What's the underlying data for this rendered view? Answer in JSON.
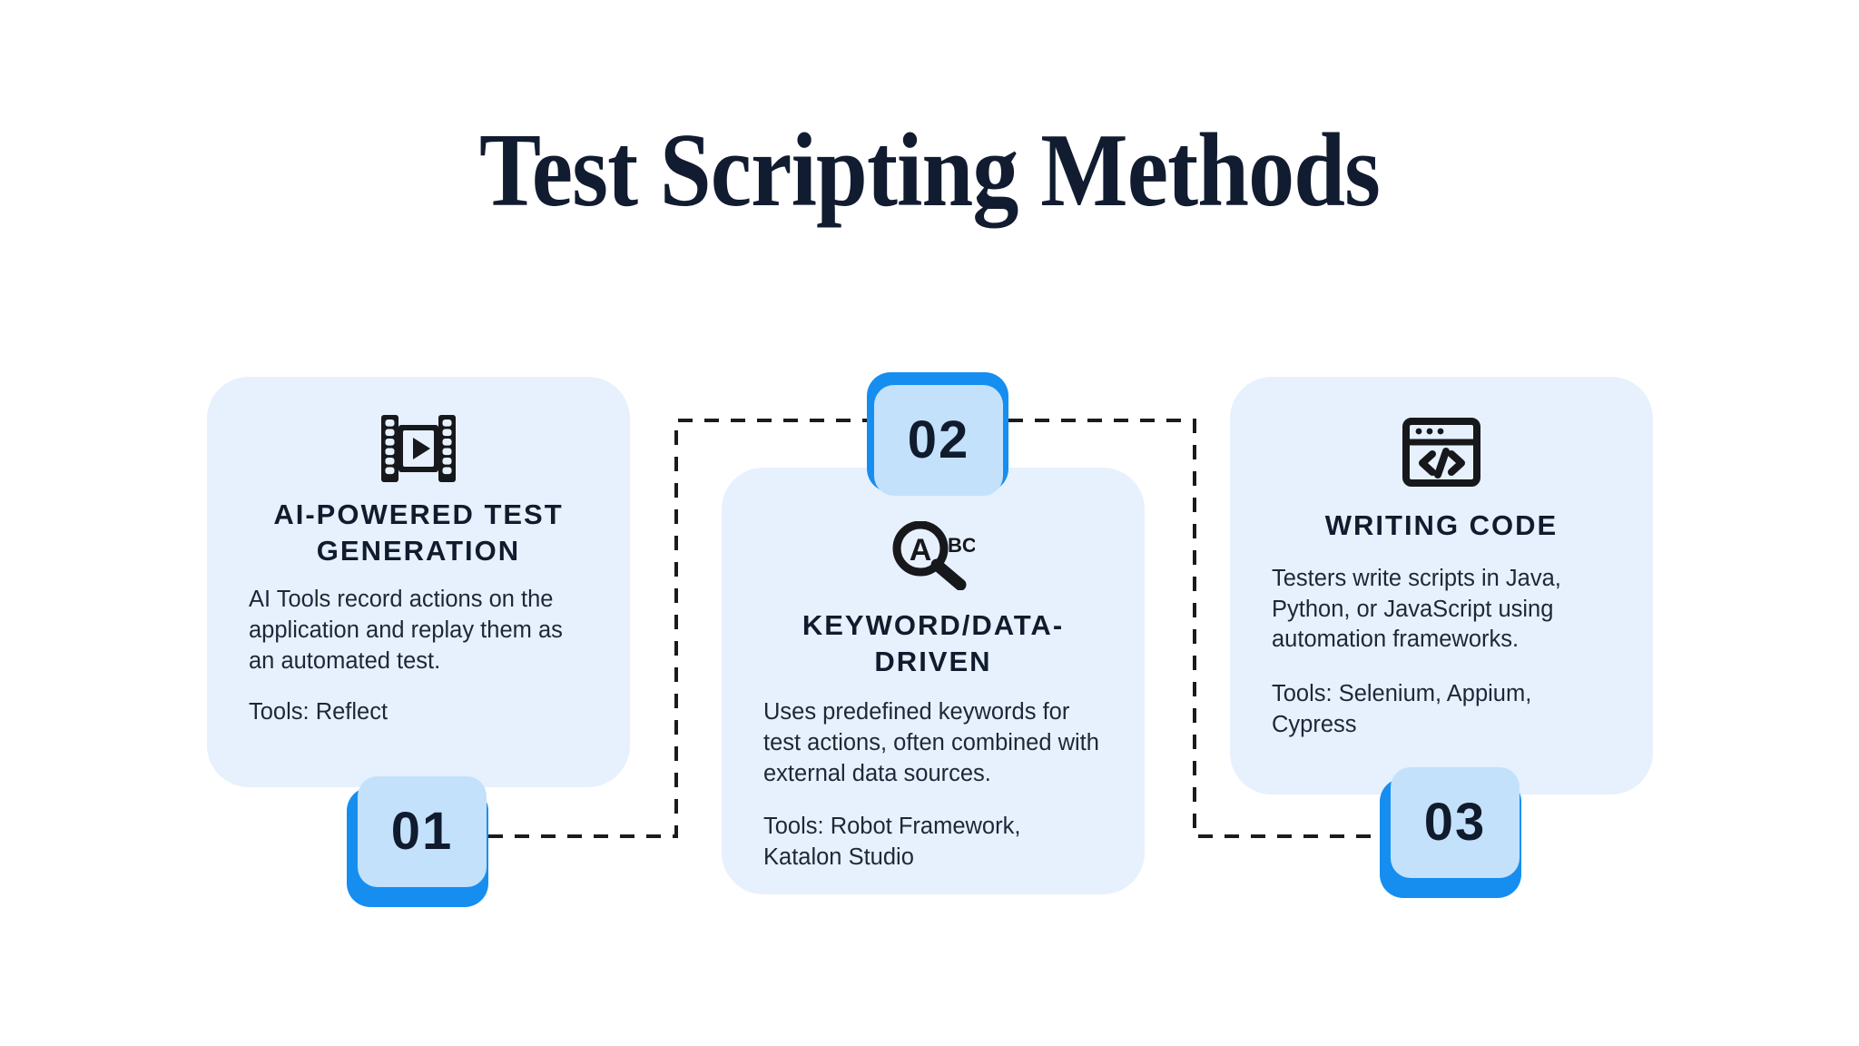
{
  "page": {
    "title": "Test Scripting Methods",
    "background": "#ffffff",
    "accent": "#168ef0",
    "card_fill": "#e6f1fd",
    "badge_fill": "#c3e1fb",
    "text_dark": "#111b2e"
  },
  "cards": [
    {
      "number": "01",
      "icon": "film-strip-play-icon",
      "title": "AI-POWERED TEST GENERATION",
      "body": "AI Tools record actions on the application and replay them as an automated test.",
      "tools": "Tools: Reflect"
    },
    {
      "number": "02",
      "icon": "magnifier-abc-icon",
      "title": "KEYWORD/DATA-DRIVEN",
      "body": "Uses predefined keywords for test actions, often combined with external data sources.",
      "tools": "Tools: Robot Framework, Katalon Studio"
    },
    {
      "number": "03",
      "icon": "browser-code-icon",
      "title": "WRITING CODE",
      "body": "Testers write scripts in Java, Python, or JavaScript using automation frameworks.",
      "tools": "Tools: Selenium, Appium, Cypress"
    }
  ],
  "connectors": {
    "style": "dashed",
    "color": "#1b1b1b",
    "paths": [
      "badge-01 to badge-02",
      "badge-02 to badge-03"
    ]
  }
}
